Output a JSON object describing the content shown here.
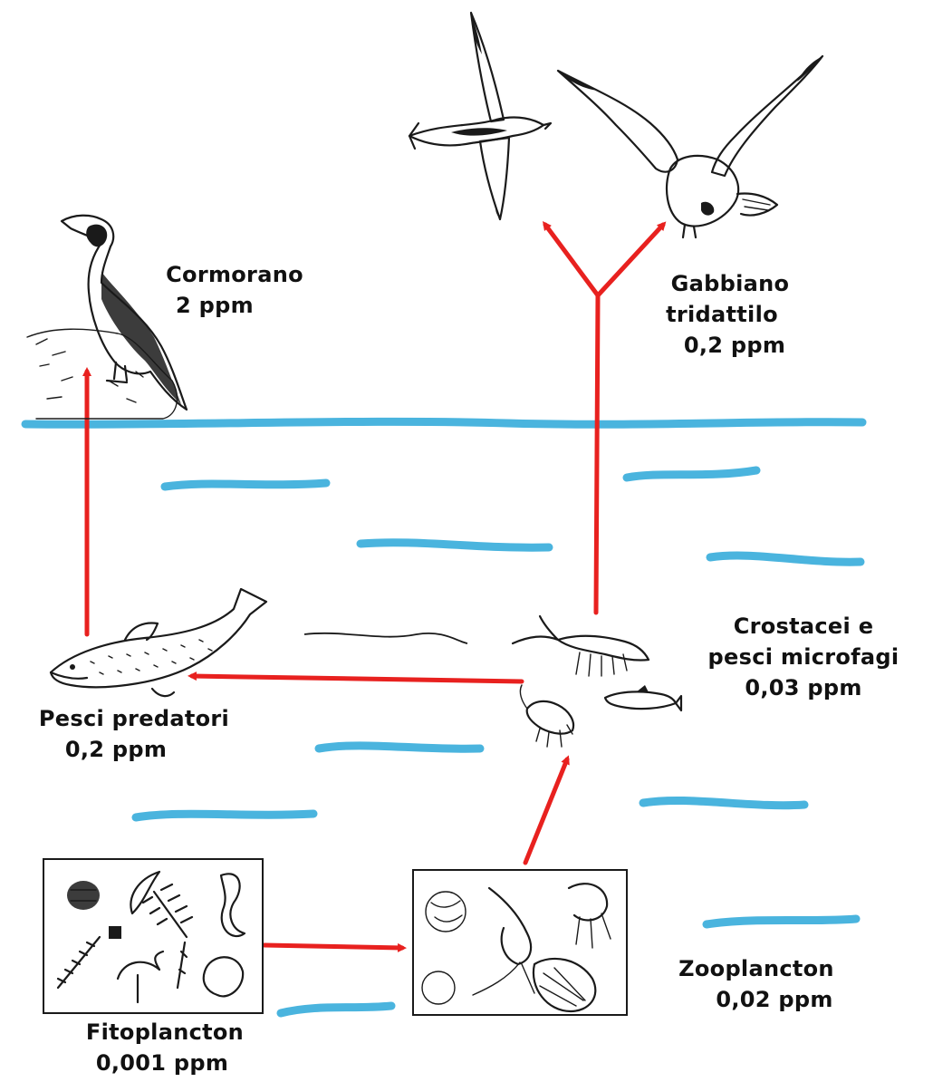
{
  "nodes": {
    "cormorano": {
      "name": "Cormorano",
      "value": "2 ppm"
    },
    "gabbiano": {
      "name_line1": "Gabbiano",
      "name_line2": "tridattilo",
      "value": "0,2 ppm"
    },
    "crostacei": {
      "name_line1": "Crostacei e",
      "name_line2": "pesci microfagi",
      "value": "0,03 ppm"
    },
    "pesci_predatori": {
      "name": "Pesci predatori",
      "value": "0,2 ppm"
    },
    "zooplancton": {
      "name": "Zooplancton",
      "value": "0,02 ppm"
    },
    "fitoplancton": {
      "name": "Fitoplancton",
      "value": "0,001 ppm"
    }
  },
  "colors": {
    "arrow": "#e8211f",
    "water": "#4ab4de",
    "ink": "#1a1a1a"
  },
  "icons": [
    "cormorant-icon",
    "gull-icon",
    "fish-icon",
    "shrimp-icon",
    "plankton-icon"
  ]
}
